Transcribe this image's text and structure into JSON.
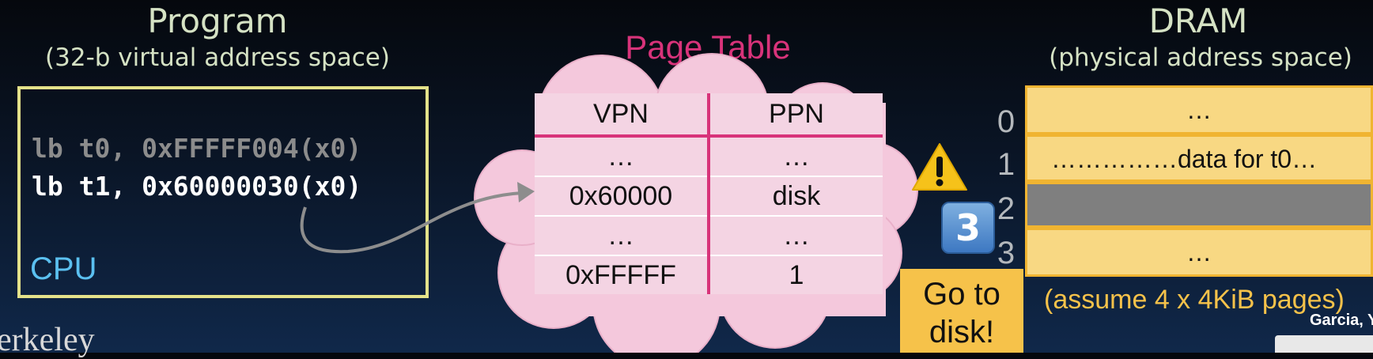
{
  "program": {
    "title": "Program",
    "subtitle": "(32-b virtual address space)"
  },
  "code": {
    "line1": "lb t0, 0xFFFFF004(x0)",
    "line2": "lb t1, 0x60000030(x0)",
    "cpu_label": "CPU"
  },
  "page_table": {
    "title": "Page Table",
    "headers": [
      "VPN",
      "PPN"
    ],
    "rows": [
      {
        "vpn": "…",
        "ppn": "…"
      },
      {
        "vpn": "0x60000",
        "ppn": "disk"
      },
      {
        "vpn": "…",
        "ppn": "…"
      },
      {
        "vpn": "0xFFFFF",
        "ppn": "1"
      }
    ]
  },
  "step_badge": "3",
  "go_to_disk": "Go to disk!",
  "dram": {
    "title": "DRAM",
    "subtitle": "(physical address space)",
    "rows": [
      {
        "index": "0",
        "text": "…"
      },
      {
        "index": "1",
        "text": "……………data for t0…"
      },
      {
        "index": "2",
        "text": ""
      },
      {
        "index": "3",
        "text": "…"
      }
    ],
    "note": "(assume 4 x 4KiB pages)"
  },
  "footer": {
    "berkeley": "erkeley",
    "credit": "Garcia, Y"
  },
  "colors": {
    "accent_pink": "#d8337a",
    "dram_fill": "#f8d883",
    "cpu_blue": "#5bc0f0",
    "note_gold": "#f6c24a"
  }
}
